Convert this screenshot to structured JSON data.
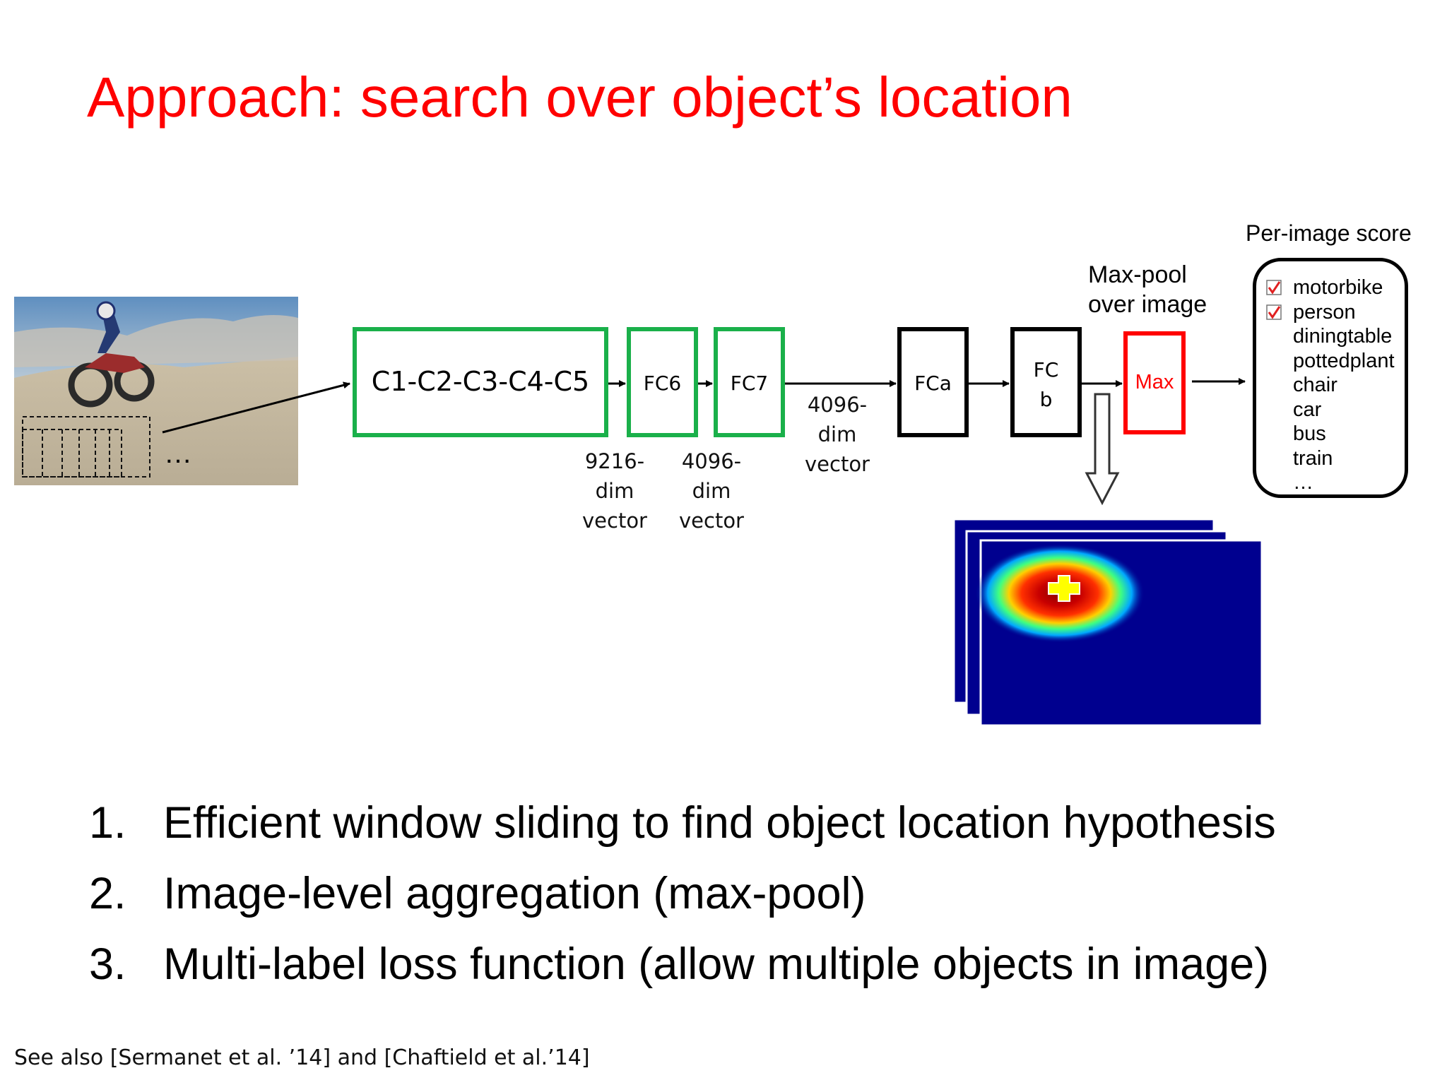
{
  "title": "Approach: search over object’s location",
  "pipeline": {
    "conv_label": "C1-C2-C3-C4-C5",
    "fc6_label": "FC6",
    "fc7_label": "FC7",
    "fca_label": "FCa",
    "fcb_label": "FC\nb",
    "max_label": "Max",
    "ellipsis": "…",
    "caption_fc6": "9216-\ndim\nvector",
    "caption_fc7": "4096-\ndim\nvector",
    "caption_mid": "4096-\ndim\nvector",
    "maxpool_caption": "Max-pool\nover image"
  },
  "scores": {
    "title": "Per-image score",
    "items": [
      {
        "label": "motorbike",
        "checked": true
      },
      {
        "label": "person",
        "checked": true
      },
      {
        "label": "diningtable",
        "checked": false
      },
      {
        "label": "pottedplant",
        "checked": false
      },
      {
        "label": "chair",
        "checked": false
      },
      {
        "label": "car",
        "checked": false
      },
      {
        "label": "bus",
        "checked": false
      },
      {
        "label": "train",
        "checked": false
      },
      {
        "label": "…",
        "checked": false
      }
    ]
  },
  "bullets": [
    {
      "num": "1.",
      "text": "Efficient window sliding to find object location hypothesis"
    },
    {
      "num": "2.",
      "text": "Image-level aggregation (max-pool)"
    },
    {
      "num": "3.",
      "text": "Multi-label loss function (allow multiple objects in image)"
    }
  ],
  "footnote": "See also [Sermanet et al. ’14] and [Chaftield et al.’14]",
  "colors": {
    "title": "#ff0000",
    "conv_border": "#1ab04a",
    "max_border": "#ff0000",
    "box_border": "#000000",
    "heatmap_bg": "#00008f"
  }
}
